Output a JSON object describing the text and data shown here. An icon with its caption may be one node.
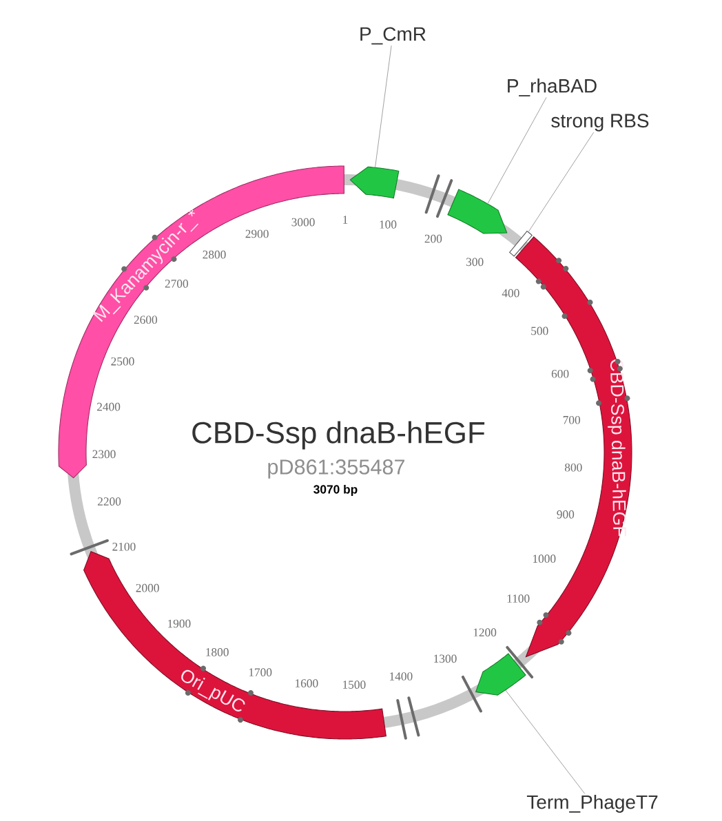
{
  "diagram": {
    "title": "CBD-Ssp dnaB-hEGF",
    "nodes": [
      {
        "text": [
          "P_CmR"
        ]
      },
      {
        "text": [],
        "shape": "arrow"
      },
      {
        "text": [
          "P_rhaBAD"
        ]
      },
      {
        "text": [],
        "shape": "arrow"
      },
      {
        "text": [
          "strong RBS"
        ]
      },
      {
        "text": [],
        "shape": "box"
      },
      {
        "text": [
          "M_Kanamycin-r_*"
        ]
      },
      {
        "text": [
          "CBD-Ssp dnaB-hEGF"
        ]
      },
      {
        "text": [],
        "shape": "arrow"
      },
      {
        "text": [
          "Ori_pUC"
        ]
      },
      {
        "text": [
          "Term_PhageT7"
        ]
      }
    ],
    "edges": [
      {
        "from": 0,
        "to": 1,
        "arrow": "none"
      },
      {
        "from": 2,
        "to": 3,
        "arrow": "none"
      },
      {
        "from": 4,
        "to": 5,
        "arrow": "none"
      },
      {
        "from": 10,
        "to": 8,
        "arrow": "none"
      }
    ],
    "labels": [
      "pD861:355487",
      "3070 bp",
      "1",
      "100",
      "200",
      "300",
      "400",
      "500",
      "600",
      "700",
      "800",
      "900",
      "1000",
      "1100",
      "1200",
      "1300",
      "1400",
      "1500",
      "1600",
      "1700",
      "1800",
      "1900",
      "2000",
      "2100",
      "2200",
      "2300",
      "2400",
      "2500",
      "2600",
      "2700",
      "2800",
      "2900",
      "3000"
    ]
  }
}
